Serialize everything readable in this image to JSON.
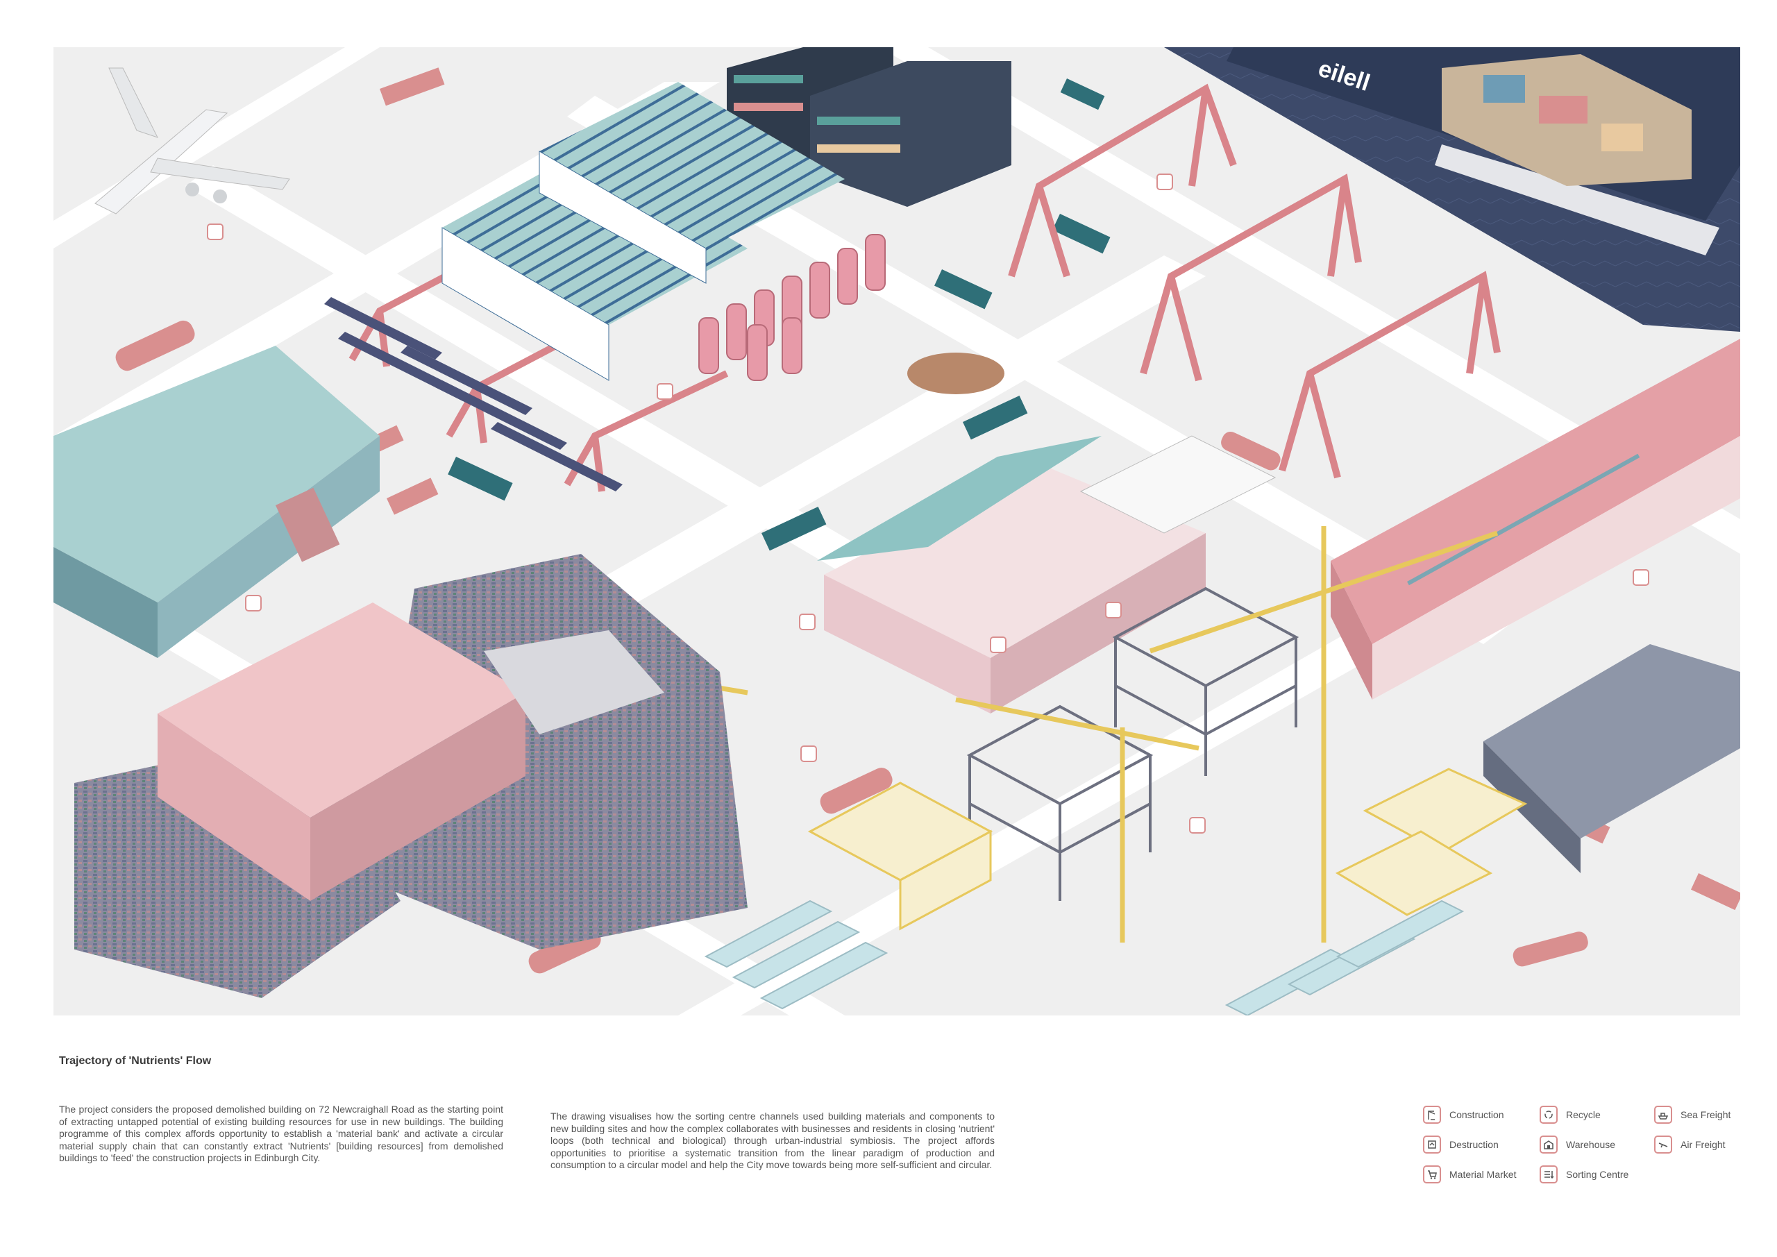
{
  "caption": {
    "title": "Trajectory of 'Nutrients' Flow",
    "paragraph_1": "The project considers the proposed demolished building on 72 Newcraighall Road as the starting point of extracting untapped potential of existing building resources for use in new buildings. The building programme of this complex affords opportunity to establish a 'material bank' and activate a circular material supply chain that can constantly extract 'Nutrients' [building resources] from demolished buildings to 'feed' the construction projects in Edinburgh City.",
    "paragraph_2": "The drawing visualises how the sorting centre channels used building materials and components to new building sites and how the complex collaborates with businesses and residents in closing 'nutrient' loops (both technical and biological) through urban-industrial symbiosis. The project affords opportunities to prioritise a systematic transition from the linear paradigm of production and consumption to a circular model and help the City move towards being more self-sufficient and circular."
  },
  "drawing": {
    "ship_name": "eilell"
  },
  "legend": [
    {
      "label": "Construction",
      "icon": "crane-icon"
    },
    {
      "label": "Recycle",
      "icon": "recycle-icon"
    },
    {
      "label": "Sea Freight",
      "icon": "ship-icon"
    },
    {
      "label": "Destruction",
      "icon": "demolition-icon"
    },
    {
      "label": "Warehouse",
      "icon": "warehouse-icon"
    },
    {
      "label": "Air Freight",
      "icon": "airplane-icon"
    },
    {
      "label": "Material Market",
      "icon": "cart-icon"
    },
    {
      "label": "Sorting Centre",
      "icon": "sorting-icon"
    }
  ],
  "colors": {
    "accent_pink": "#d98f8f",
    "roof_teal": "#a9d0d0",
    "sea_navy": "#3d4a6a",
    "crane_pink": "#d9848a",
    "crane_yellow": "#e7c85c",
    "ground": "#efefef"
  }
}
